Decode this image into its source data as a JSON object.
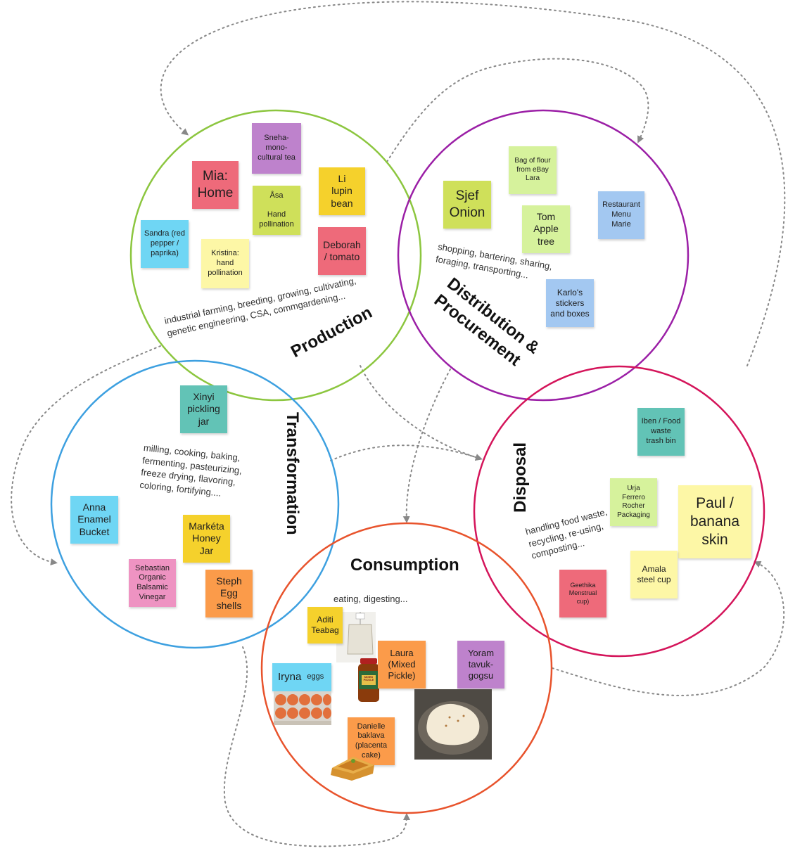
{
  "stages": {
    "production": {
      "label": "Production",
      "description": "industrial farming, breeding, growing, cultivating,\ngenetic engineering,  CSA,  commgardening..."
    },
    "distribution": {
      "label": "Distribution &\nProcurement",
      "description": "shopping, bartering, sharing,\nforaging, transporting..."
    },
    "transformation": {
      "label": "Transformation",
      "description": "milling, cooking, baking,\nfermenting, pasteurizing,\nfreeze drying, flavoring,\ncoloring, fortifying...."
    },
    "disposal": {
      "label": "Disposal",
      "description": "handling food waste,\nrecycling, re-using,\ncomposting..."
    },
    "consumption": {
      "label": "Consumption",
      "description": "eating, digesting..."
    }
  },
  "notes": {
    "sneha": "Sneha-\nmono-\ncultural tea",
    "mia": "Mia:\nHome",
    "li": "Li\nlupin\nbean",
    "asa": "Åsa\n\nHand\npollination",
    "sandra": "Sandra (red\npepper /\npaprika)",
    "kristina": "Kristina:\nhand\npollination",
    "deborah": "Deborah\n/ tomato",
    "flour": "Bag of flour\nfrom eBay\nLara",
    "sjef": "Sjef\nOnion",
    "tom": "Tom\nApple\ntree",
    "restaurant": "Restaurant\nMenu\nMarie",
    "karlo": "Karlo's\nstickers\nand boxes",
    "xinyi": "Xinyi\npickling\njar",
    "anna": "Anna\nEnamel\nBucket",
    "marketa": "Markéta\nHoney\nJar",
    "sebastian": "Sebastian\nOrganic\nBalsamic\nVinegar",
    "steph": "Steph\nEgg\nshells",
    "iben": "Iben / Food\nwaste\ntrash bin",
    "urja": "Urja\nFerrero\nRocher\nPackaging",
    "paul": "Paul /\nbanana\nskin",
    "amala": "Amala\nsteel cup",
    "geethika": "Geethika\nMenstrual\ncup)",
    "aditi": "Aditi\nTeabag",
    "laura": "Laura\n(Mixed\nPickle)",
    "yoram": "Yoram\ntavuk-\ngogsu",
    "iryna": "Iryna",
    "iryna_eggs": "eggs",
    "danielle": "Danielle\nbaklava\n(placenta\ncake)"
  },
  "images": {
    "pickle_jar_label": "MIXED\nPICKLE"
  },
  "colors": {
    "production": "#8cc63f",
    "distribution": "#9b1fa6",
    "transformation": "#3da0e0",
    "disposal": "#d4145a",
    "consumption": "#e8532c",
    "arrows": "#888888"
  }
}
